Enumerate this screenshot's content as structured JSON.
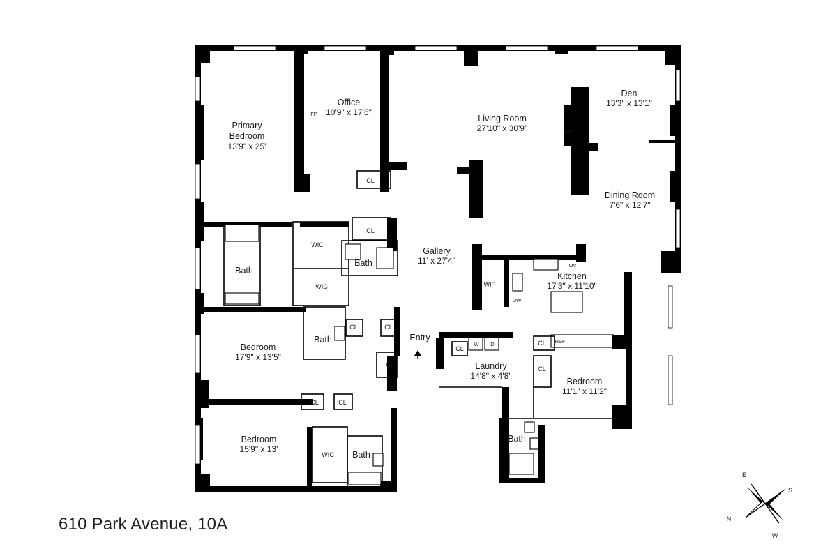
{
  "address": "610 Park Avenue, 10A",
  "rooms": {
    "primary_bedroom": {
      "name_line1": "Primary",
      "name_line2": "Bedroom",
      "size": "13'9\" x 25'"
    },
    "office": {
      "name": "Office",
      "size": "10'9\" x 17'6\""
    },
    "living_room": {
      "name": "Living Room",
      "size": "27'10\" x 30'9\""
    },
    "den": {
      "name": "Den",
      "size": "13'3\" x 13'1\""
    },
    "dining_room": {
      "name": "Dining Room",
      "size": "7'6\" x 12'7\""
    },
    "gallery": {
      "name": "Gallery",
      "size": "11' x 27'4\""
    },
    "kitchen": {
      "name": "Kitchen",
      "size": "17'3\" x 11'10\""
    },
    "bedroom_2": {
      "name": "Bedroom",
      "size": "17'9\" x 13'5\""
    },
    "bedroom_3": {
      "name": "Bedroom",
      "size": "15'9\" x 13'"
    },
    "bedroom_4": {
      "name": "Bedroom",
      "size": "11'1\" x 11'2\""
    },
    "laundry": {
      "name": "Laundry",
      "size": "14'8\" x 4'8\""
    },
    "entry": {
      "name": "Entry"
    }
  },
  "labels": {
    "bath": "Bath",
    "wic": "WIC",
    "cl": "CL",
    "fp": "FP",
    "wip": "WIP",
    "ov": "OV",
    "dw": "DW",
    "ref": "REF",
    "washer": "W",
    "dryer": "D"
  },
  "compass": {
    "n": "N",
    "e": "E",
    "s": "S",
    "w": "W"
  }
}
